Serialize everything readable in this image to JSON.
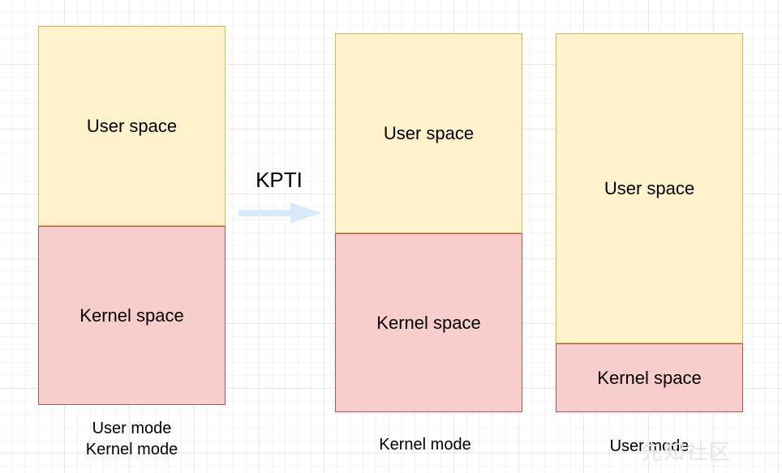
{
  "diagram": {
    "columns": [
      {
        "user_space_label": "User space",
        "kernel_space_label": "Kernel space",
        "caption_lines": [
          "User mode",
          "Kernel mode"
        ]
      },
      {
        "user_space_label": "User space",
        "kernel_space_label": "Kernel space",
        "caption_lines": [
          "Kernel mode"
        ]
      },
      {
        "user_space_label": "User space",
        "kernel_space_label": "Kernel space",
        "caption_lines": [
          "User mode"
        ]
      }
    ],
    "arrow": {
      "label": "KPTI",
      "color": "#dae8fc"
    },
    "colors": {
      "user_fill": "#fff2cc",
      "user_stroke": "#d6b656",
      "kernel_fill": "#f8cecc",
      "kernel_stroke": "#b85450"
    },
    "watermark": "先知社区"
  }
}
